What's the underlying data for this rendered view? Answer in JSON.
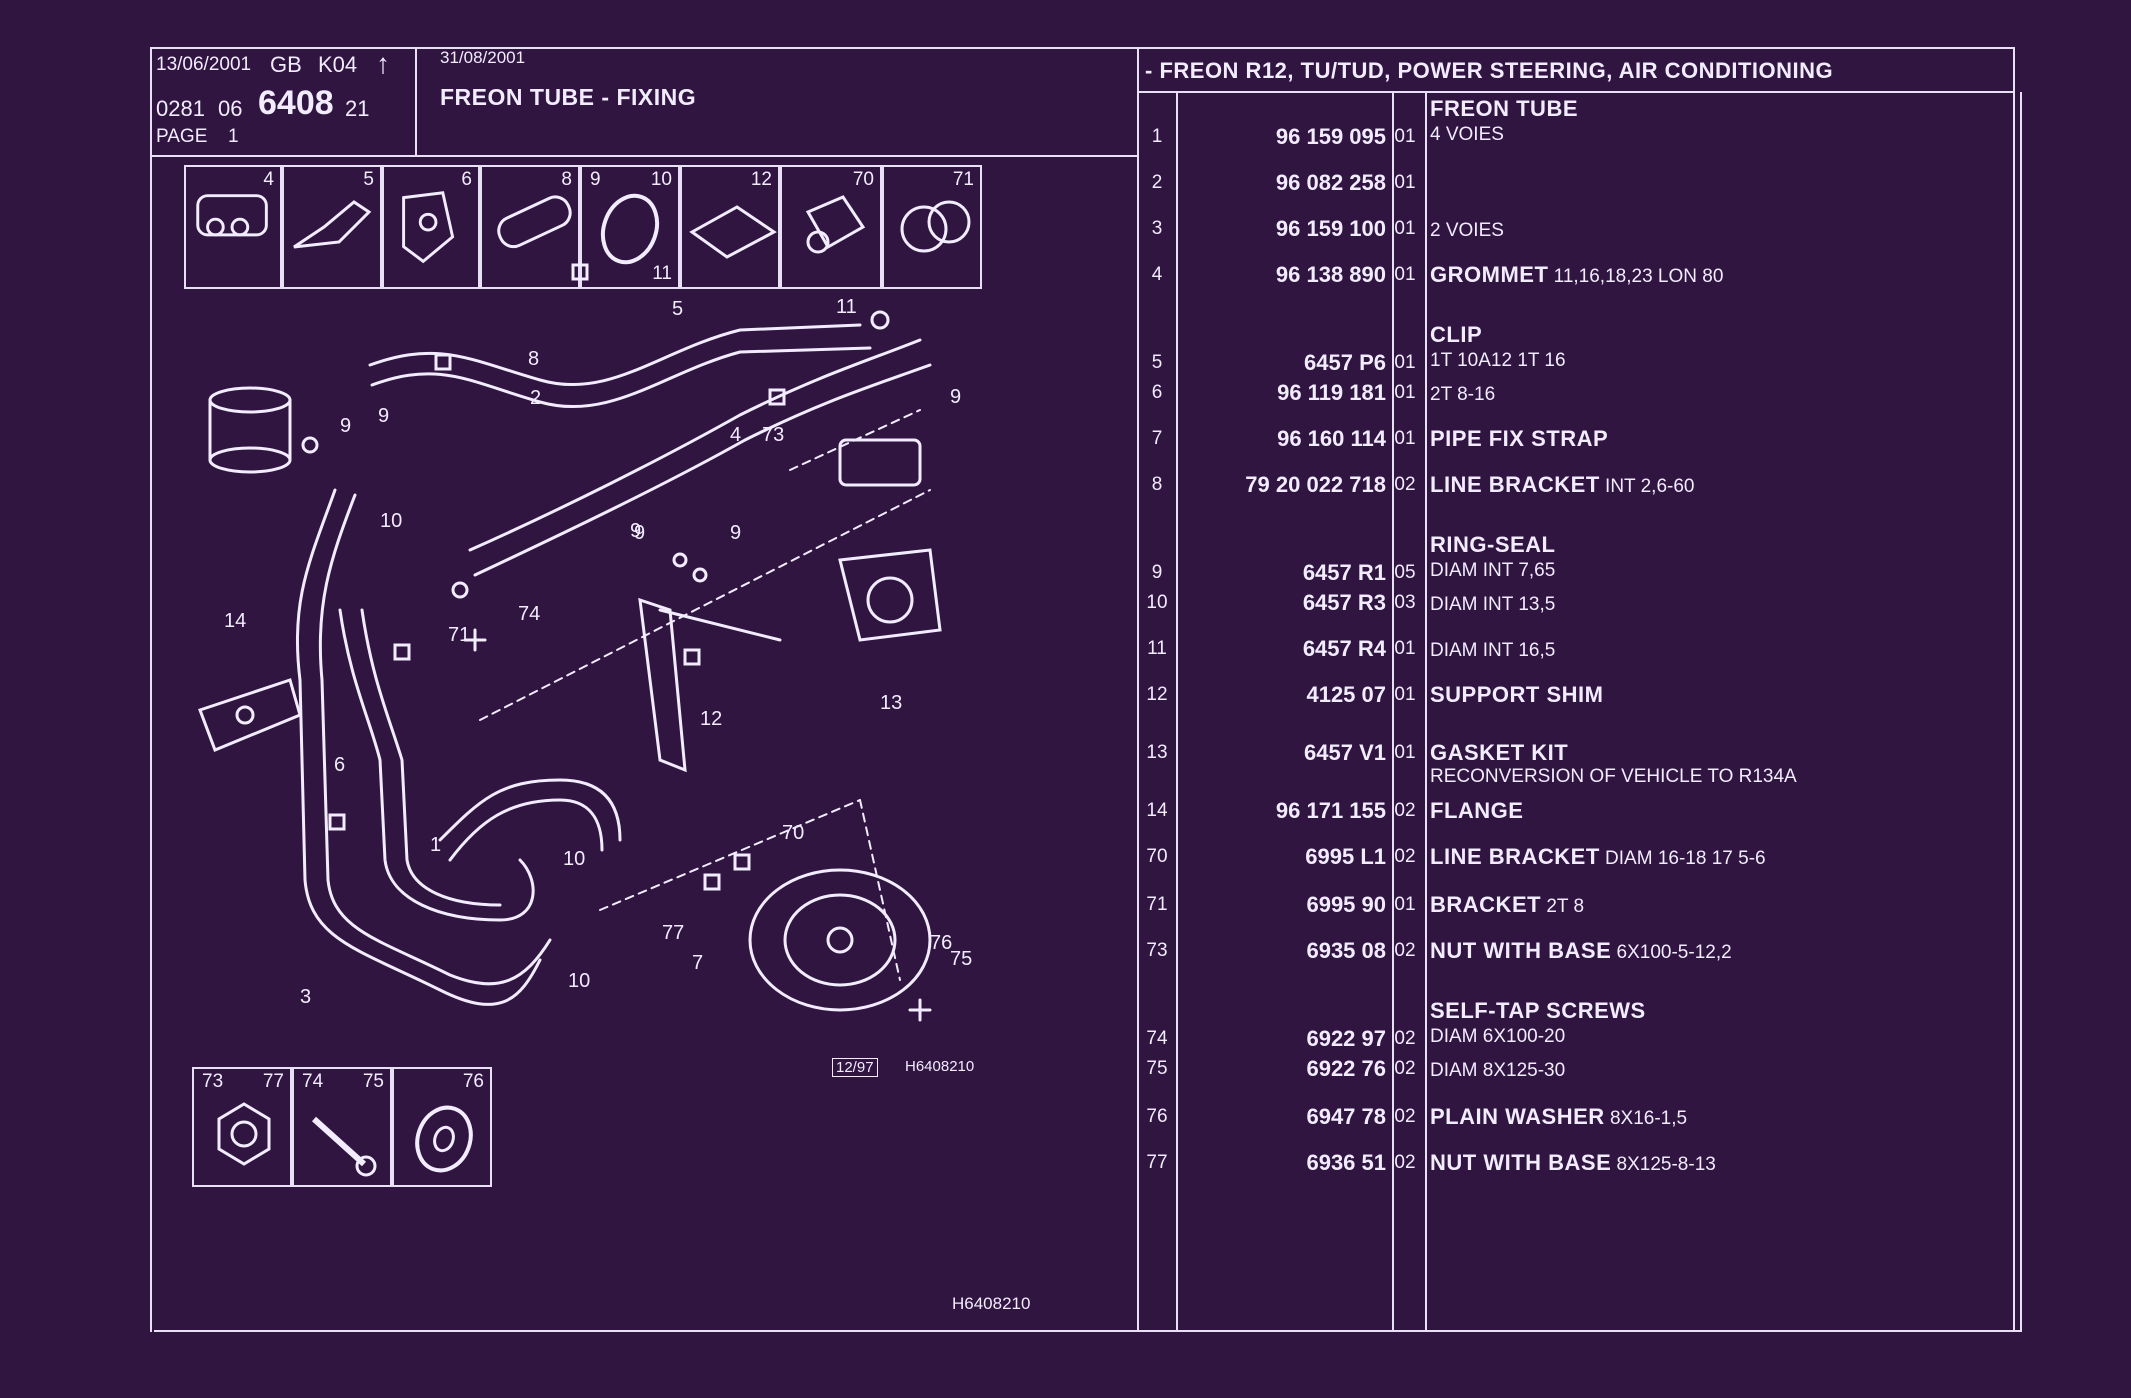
{
  "header": {
    "date1": "13/06/2001",
    "lang": "GB",
    "code": "K04",
    "arrow": "↑",
    "ref_prefix": "0281",
    "ref_mid": "06",
    "ref_main": "6408",
    "ref_suffix": "21",
    "page_label": "PAGE",
    "page_num": "1",
    "date2": "31/08/2001",
    "title": "FREON TUBE - FIXING",
    "section_title": "- FREON R12, TU/TUD, POWER STEERING, AIR CONDITIONING"
  },
  "thumbnails_top": [
    {
      "nums": [
        "4"
      ]
    },
    {
      "nums": [
        "5"
      ]
    },
    {
      "nums": [
        "6"
      ]
    },
    {
      "nums": [
        "8"
      ]
    },
    {
      "nums": [
        "9",
        "10",
        "11"
      ]
    },
    {
      "nums": [
        "12"
      ]
    },
    {
      "nums": [
        "70"
      ]
    },
    {
      "nums": [
        "71"
      ]
    }
  ],
  "thumbnails_bottom": [
    {
      "nums": [
        "73",
        "77"
      ]
    },
    {
      "nums": [
        "74",
        "75"
      ]
    },
    {
      "nums": [
        "76"
      ]
    }
  ],
  "diagram": {
    "labels": [
      "5",
      "11",
      "8",
      "2",
      "9",
      "9",
      "9",
      "4",
      "73",
      "9",
      "10",
      "14",
      "71",
      "74",
      "9",
      "9",
      "12",
      "13",
      "6",
      "1",
      "10",
      "70",
      "77",
      "7",
      "76",
      "75",
      "10",
      "3"
    ],
    "stamp": "12/97",
    "code": "H6408210",
    "footer_code": "H6408210"
  },
  "parts": [
    {
      "idx": "1",
      "ref": "96 159 095",
      "qty": "01",
      "head": "FREON TUBE",
      "name": "",
      "spec": "4 VOIES"
    },
    {
      "idx": "2",
      "ref": "96 082 258",
      "qty": "01",
      "head": "",
      "name": "",
      "spec": ""
    },
    {
      "idx": "3",
      "ref": "96 159 100",
      "qty": "01",
      "head": "",
      "name": "",
      "spec": "2 VOIES"
    },
    {
      "idx": "4",
      "ref": "96 138 890",
      "qty": "01",
      "head": "",
      "name": "GROMMET",
      "spec": "11,16,18,23 LON 80"
    },
    {
      "idx": "5",
      "ref": "6457 P6",
      "qty": "01",
      "head": "CLIP",
      "name": "",
      "spec": "1T 10A12 1T 16"
    },
    {
      "idx": "6",
      "ref": "96 119 181",
      "qty": "01",
      "head": "",
      "name": "",
      "spec": "2T 8-16"
    },
    {
      "idx": "7",
      "ref": "96 160 114",
      "qty": "01",
      "head": "",
      "name": "PIPE FIX STRAP",
      "spec": ""
    },
    {
      "idx": "8",
      "ref": "79 20 022 718",
      "qty": "02",
      "head": "",
      "name": "LINE BRACKET",
      "spec": "INT 2,6-60"
    },
    {
      "idx": "9",
      "ref": "6457 R1",
      "qty": "05",
      "head": "RING-SEAL",
      "name": "",
      "spec": "DIAM INT 7,65"
    },
    {
      "idx": "10",
      "ref": "6457 R3",
      "qty": "03",
      "head": "",
      "name": "",
      "spec": "DIAM INT 13,5"
    },
    {
      "idx": "11",
      "ref": "6457 R4",
      "qty": "01",
      "head": "",
      "name": "",
      "spec": "DIAM INT 16,5"
    },
    {
      "idx": "12",
      "ref": "4125 07",
      "qty": "01",
      "head": "",
      "name": "SUPPORT SHIM",
      "spec": ""
    },
    {
      "idx": "13",
      "ref": "6457 V1",
      "qty": "01",
      "head": "",
      "name": "GASKET KIT",
      "spec": "",
      "extra": "RECONVERSION OF VEHICLE TO R134A"
    },
    {
      "idx": "14",
      "ref": "96 171 155",
      "qty": "02",
      "head": "",
      "name": "FLANGE",
      "spec": ""
    },
    {
      "idx": "70",
      "ref": "6995 L1",
      "qty": "02",
      "head": "",
      "name": "LINE BRACKET",
      "spec": "DIAM 16-18 17 5-6"
    },
    {
      "idx": "71",
      "ref": "6995 90",
      "qty": "01",
      "head": "",
      "name": "BRACKET",
      "spec": "2T 8"
    },
    {
      "idx": "73",
      "ref": "6935 08",
      "qty": "02",
      "head": "",
      "name": "NUT WITH BASE",
      "spec": "6X100-5-12,2"
    },
    {
      "idx": "74",
      "ref": "6922 97",
      "qty": "02",
      "head": "SELF-TAP SCREWS",
      "name": "",
      "spec": "DIAM 6X100-20"
    },
    {
      "idx": "75",
      "ref": "6922 76",
      "qty": "02",
      "head": "",
      "name": "",
      "spec": "DIAM 8X125-30"
    },
    {
      "idx": "76",
      "ref": "6947 78",
      "qty": "02",
      "head": "",
      "name": "PLAIN WASHER",
      "spec": "8X16-1,5"
    },
    {
      "idx": "77",
      "ref": "6936 51",
      "qty": "02",
      "head": "",
      "name": "NUT WITH BASE",
      "spec": "8X125-8-13"
    }
  ]
}
